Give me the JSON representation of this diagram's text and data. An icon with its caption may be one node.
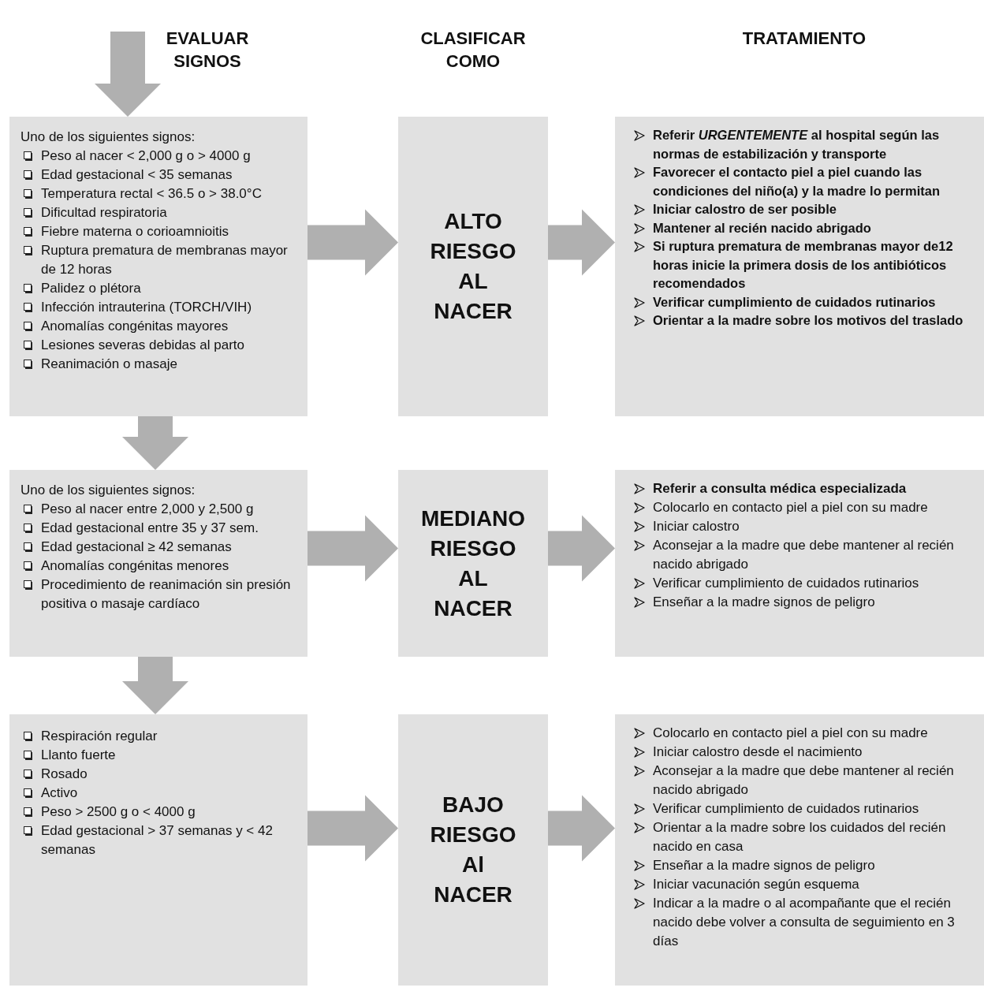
{
  "diagram": {
    "nodes": [
      {
        "text": [
          "Uno de los siguientes signos:",
          "Peso al nacer < 2,000 g o > 4000 g",
          "Edad gestacional < 35 semanas",
          "Temperatura rectal < 36.5 o > 38.0°C",
          "Dificultad respiratoria",
          "Fiebre materna o corioamnioitis",
          "Ruptura prematura de membranas mayor de 12 horas",
          "Palidez o plétora",
          "Infección intrauterina (TORCH/VIH)",
          "Anomalías congénitas mayores",
          "Lesiones severas debidas al parto",
          "Reanimación o masaje"
        ]
      },
      {
        "text": [
          "ALTO RIESGO AL NACER"
        ]
      },
      {
        "text": [
          "Referir *URGENTEMENTE* al hospital según las normas de estabilización y transporte",
          "Favorecer el contacto piel a piel cuando las condiciones del niño(a) y la madre lo permitan",
          "Iniciar calostro de ser posible",
          "Mantener al recién nacido abrigado",
          "Si ruptura prematura de membranas mayor de12 horas inicie la primera dosis de los antibióticos recomendados",
          "Verificar cumplimiento de cuidados rutinarios",
          "Orientar a la madre sobre los motivos del traslado"
        ]
      },
      {
        "text": [
          "Uno de los siguientes signos:",
          "Peso al nacer entre 2,000 y 2,500 g",
          "Edad gestacional entre 35 y 37 sem.",
          "Edad gestacional ≥ 42 semanas",
          "Anomalías congénitas menores",
          "Procedimiento de reanimación sin presión positiva o masaje cardíaco"
        ]
      },
      {
        "text": [
          "MEDIANO RIESGO AL NACER"
        ]
      },
      {
        "text": [
          "**Referir a consulta médica especializada**",
          "Colocarlo en contacto piel a piel con su madre",
          "Iniciar calostro",
          "Aconsejar a la madre que debe mantener al recién nacido abrigado",
          "Verificar cumplimiento de cuidados rutinarios",
          "Enseñar a la madre signos de peligro"
        ]
      },
      {
        "text": [
          "Respiración regular",
          "Llanto fuerte",
          "Rosado",
          "Activo",
          "Peso > 2500 g o < 4000 g",
          "Edad gestacional > 37 semanas y < 42 semanas"
        ]
      },
      {
        "text": [
          "BAJO RIESGO Al NACER"
        ]
      },
      {
        "text": [
          "Colocarlo en contacto piel a piel con su madre",
          "Iniciar calostro desde el nacimiento",
          "Aconsejar a la madre que debe mantener al recién nacido abrigado",
          "Verificar cumplimiento de cuidados rutinarios",
          "Orientar a la madre sobre los cuidados del recién nacido en casa",
          "Enseñar a la madre signos de peligro",
          "Iniciar vacunación según esquema",
          "Indicar a la madre o al acompañante que el recién nacido debe volver a consulta de seguimiento en 3 días"
        ]
      }
    ],
    "edges": [
      {
        "from": null,
        "to": 0,
        "arrow": "to"
      },
      {
        "from": 0,
        "to": 1,
        "arrow": "to"
      },
      {
        "from": 1,
        "to": 2,
        "arrow": "to"
      },
      {
        "from": 0,
        "to": 3,
        "arrow": "to"
      },
      {
        "from": 3,
        "to": 4,
        "arrow": "to"
      },
      {
        "from": 4,
        "to": 5,
        "arrow": "to"
      },
      {
        "from": 3,
        "to": 6,
        "arrow": "to"
      },
      {
        "from": 6,
        "to": 7,
        "arrow": "to"
      },
      {
        "from": 7,
        "to": 8,
        "arrow": "to"
      }
    ],
    "labels": [
      "EVALUAR SIGNOS",
      "CLASIFICAR COMO",
      "TRATAMIENTO"
    ]
  }
}
